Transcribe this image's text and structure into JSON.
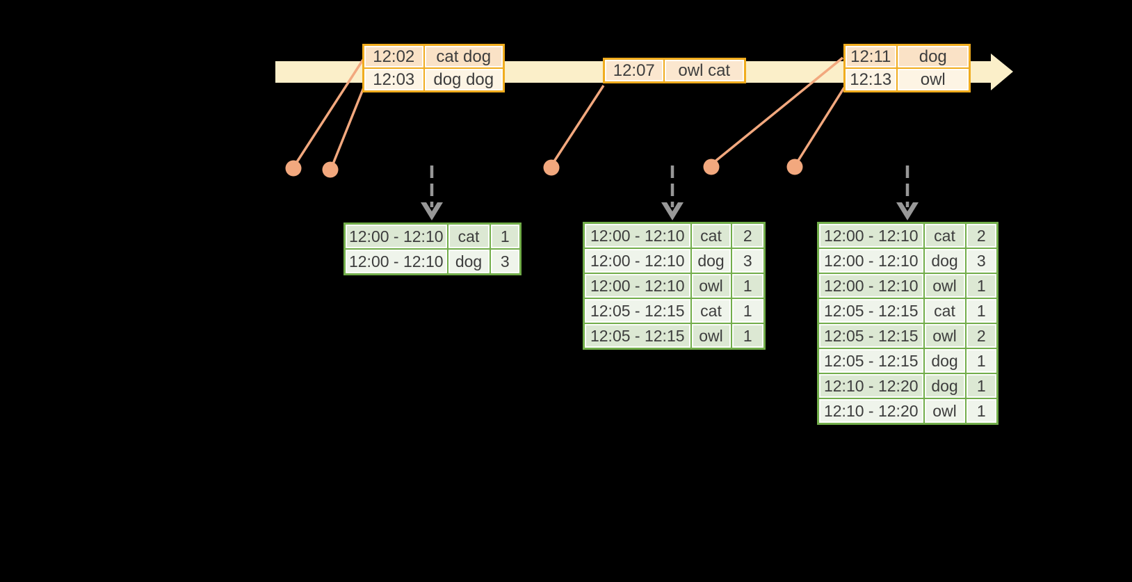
{
  "background_color": "#000000",
  "timeline": {
    "band_color": "#fbefc9",
    "border_color": "#f0ac1e",
    "connector_color": "#f2a87e",
    "event_tables": [
      {
        "rows": [
          {
            "time": "12:02",
            "words": "cat dog"
          },
          {
            "time": "12:03",
            "words": "dog dog"
          }
        ]
      },
      {
        "rows": [
          {
            "time": "12:07",
            "words": "owl cat"
          }
        ]
      },
      {
        "rows": [
          {
            "time": "12:11",
            "words": "dog"
          },
          {
            "time": "12:13",
            "words": "owl"
          }
        ]
      }
    ]
  },
  "trigger_arrow_color": "#989898",
  "result_table_colors": {
    "border": "#72ad4a",
    "row_dark": "#dce8d3",
    "row_light": "#eff4eb"
  },
  "result_tables": [
    {
      "rows": [
        {
          "window": "12:00 - 12:10",
          "word": "cat",
          "count": "1"
        },
        {
          "window": "12:00 - 12:10",
          "word": "dog",
          "count": "3"
        }
      ]
    },
    {
      "rows": [
        {
          "window": "12:00 - 12:10",
          "word": "cat",
          "count": "2"
        },
        {
          "window": "12:00 - 12:10",
          "word": "dog",
          "count": "3"
        },
        {
          "window": "12:00 - 12:10",
          "word": "owl",
          "count": "1"
        },
        {
          "window": "12:05 - 12:15",
          "word": "cat",
          "count": "1"
        },
        {
          "window": "12:05 - 12:15",
          "word": "owl",
          "count": "1"
        }
      ]
    },
    {
      "rows": [
        {
          "window": "12:00 - 12:10",
          "word": "cat",
          "count": "2"
        },
        {
          "window": "12:00 - 12:10",
          "word": "dog",
          "count": "3"
        },
        {
          "window": "12:00 - 12:10",
          "word": "owl",
          "count": "1"
        },
        {
          "window": "12:05 - 12:15",
          "word": "cat",
          "count": "1"
        },
        {
          "window": "12:05 - 12:15",
          "word": "owl",
          "count": "2"
        },
        {
          "window": "12:05 - 12:15",
          "word": "dog",
          "count": "1"
        },
        {
          "window": "12:10 - 12:20",
          "word": "dog",
          "count": "1"
        },
        {
          "window": "12:10 - 12:20",
          "word": "owl",
          "count": "1"
        }
      ]
    }
  ]
}
